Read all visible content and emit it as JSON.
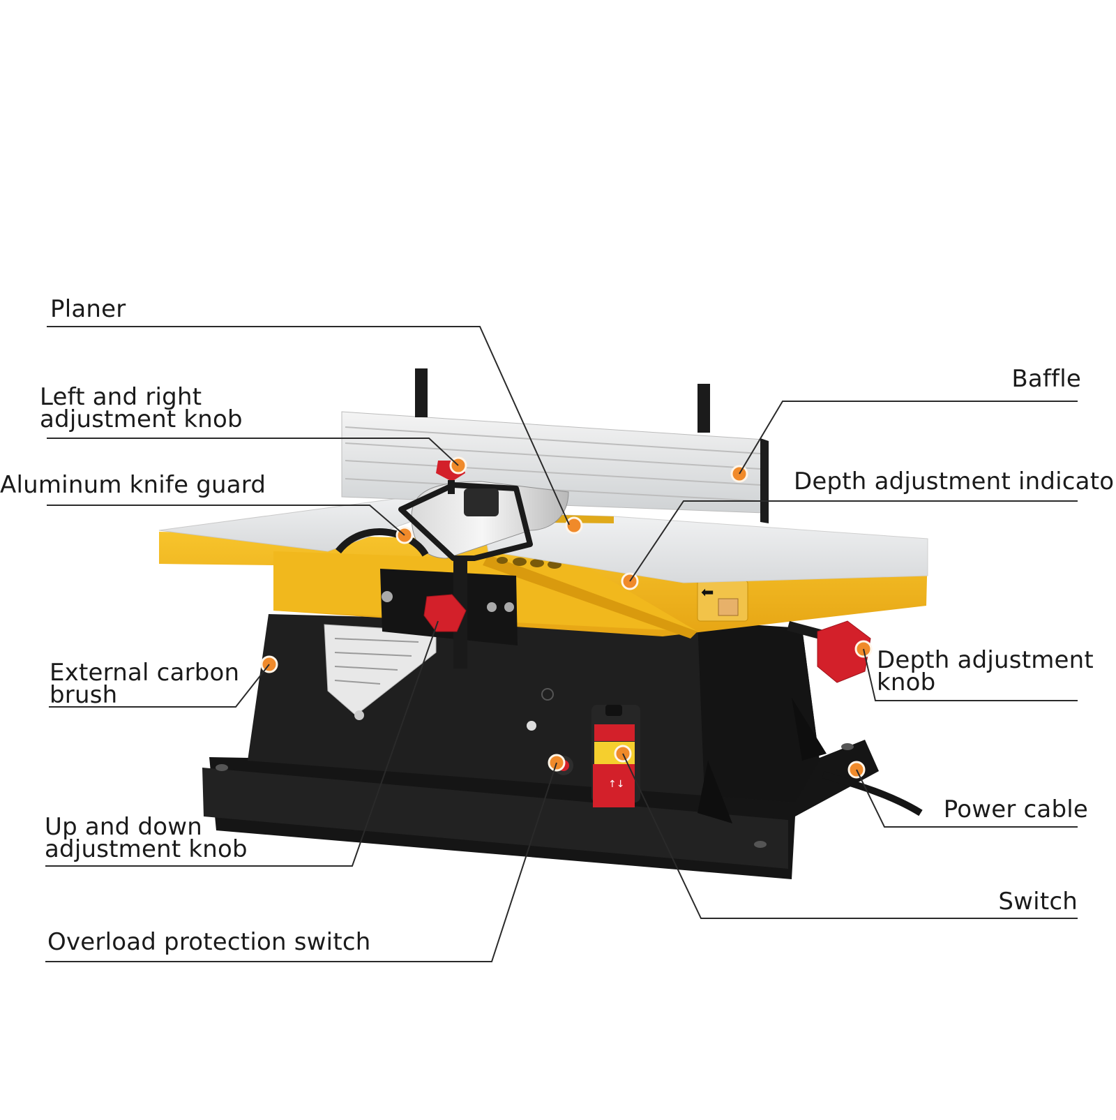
{
  "labels": {
    "planer": "Planer",
    "lr_knob": [
      "Left and right",
      "adjustment knob"
    ],
    "knife_guard": "Aluminum knife guard",
    "carbon_brush": [
      "External carbon",
      "brush"
    ],
    "updown_knob": [
      "Up and down",
      "adjustment knob"
    ],
    "overload": "Overload protection switch",
    "baffle": "Baffle",
    "depth_indicator": "Depth adjustment indicator",
    "depth_knob": [
      "Depth adjustment",
      "knob"
    ],
    "power_cable": "Power cable",
    "switch": "Switch"
  },
  "colors": {
    "body_yellow": "#f3b51f",
    "base_black": "#1c1c1c",
    "table_gray": "#e4e6e8",
    "knob_red": "#d3202a",
    "marker_orange": "#f08a2a",
    "leader_line": "#2a2a2a"
  },
  "icons": [
    "red-knob-icon",
    "switch-icon",
    "marker-dot-icon"
  ]
}
